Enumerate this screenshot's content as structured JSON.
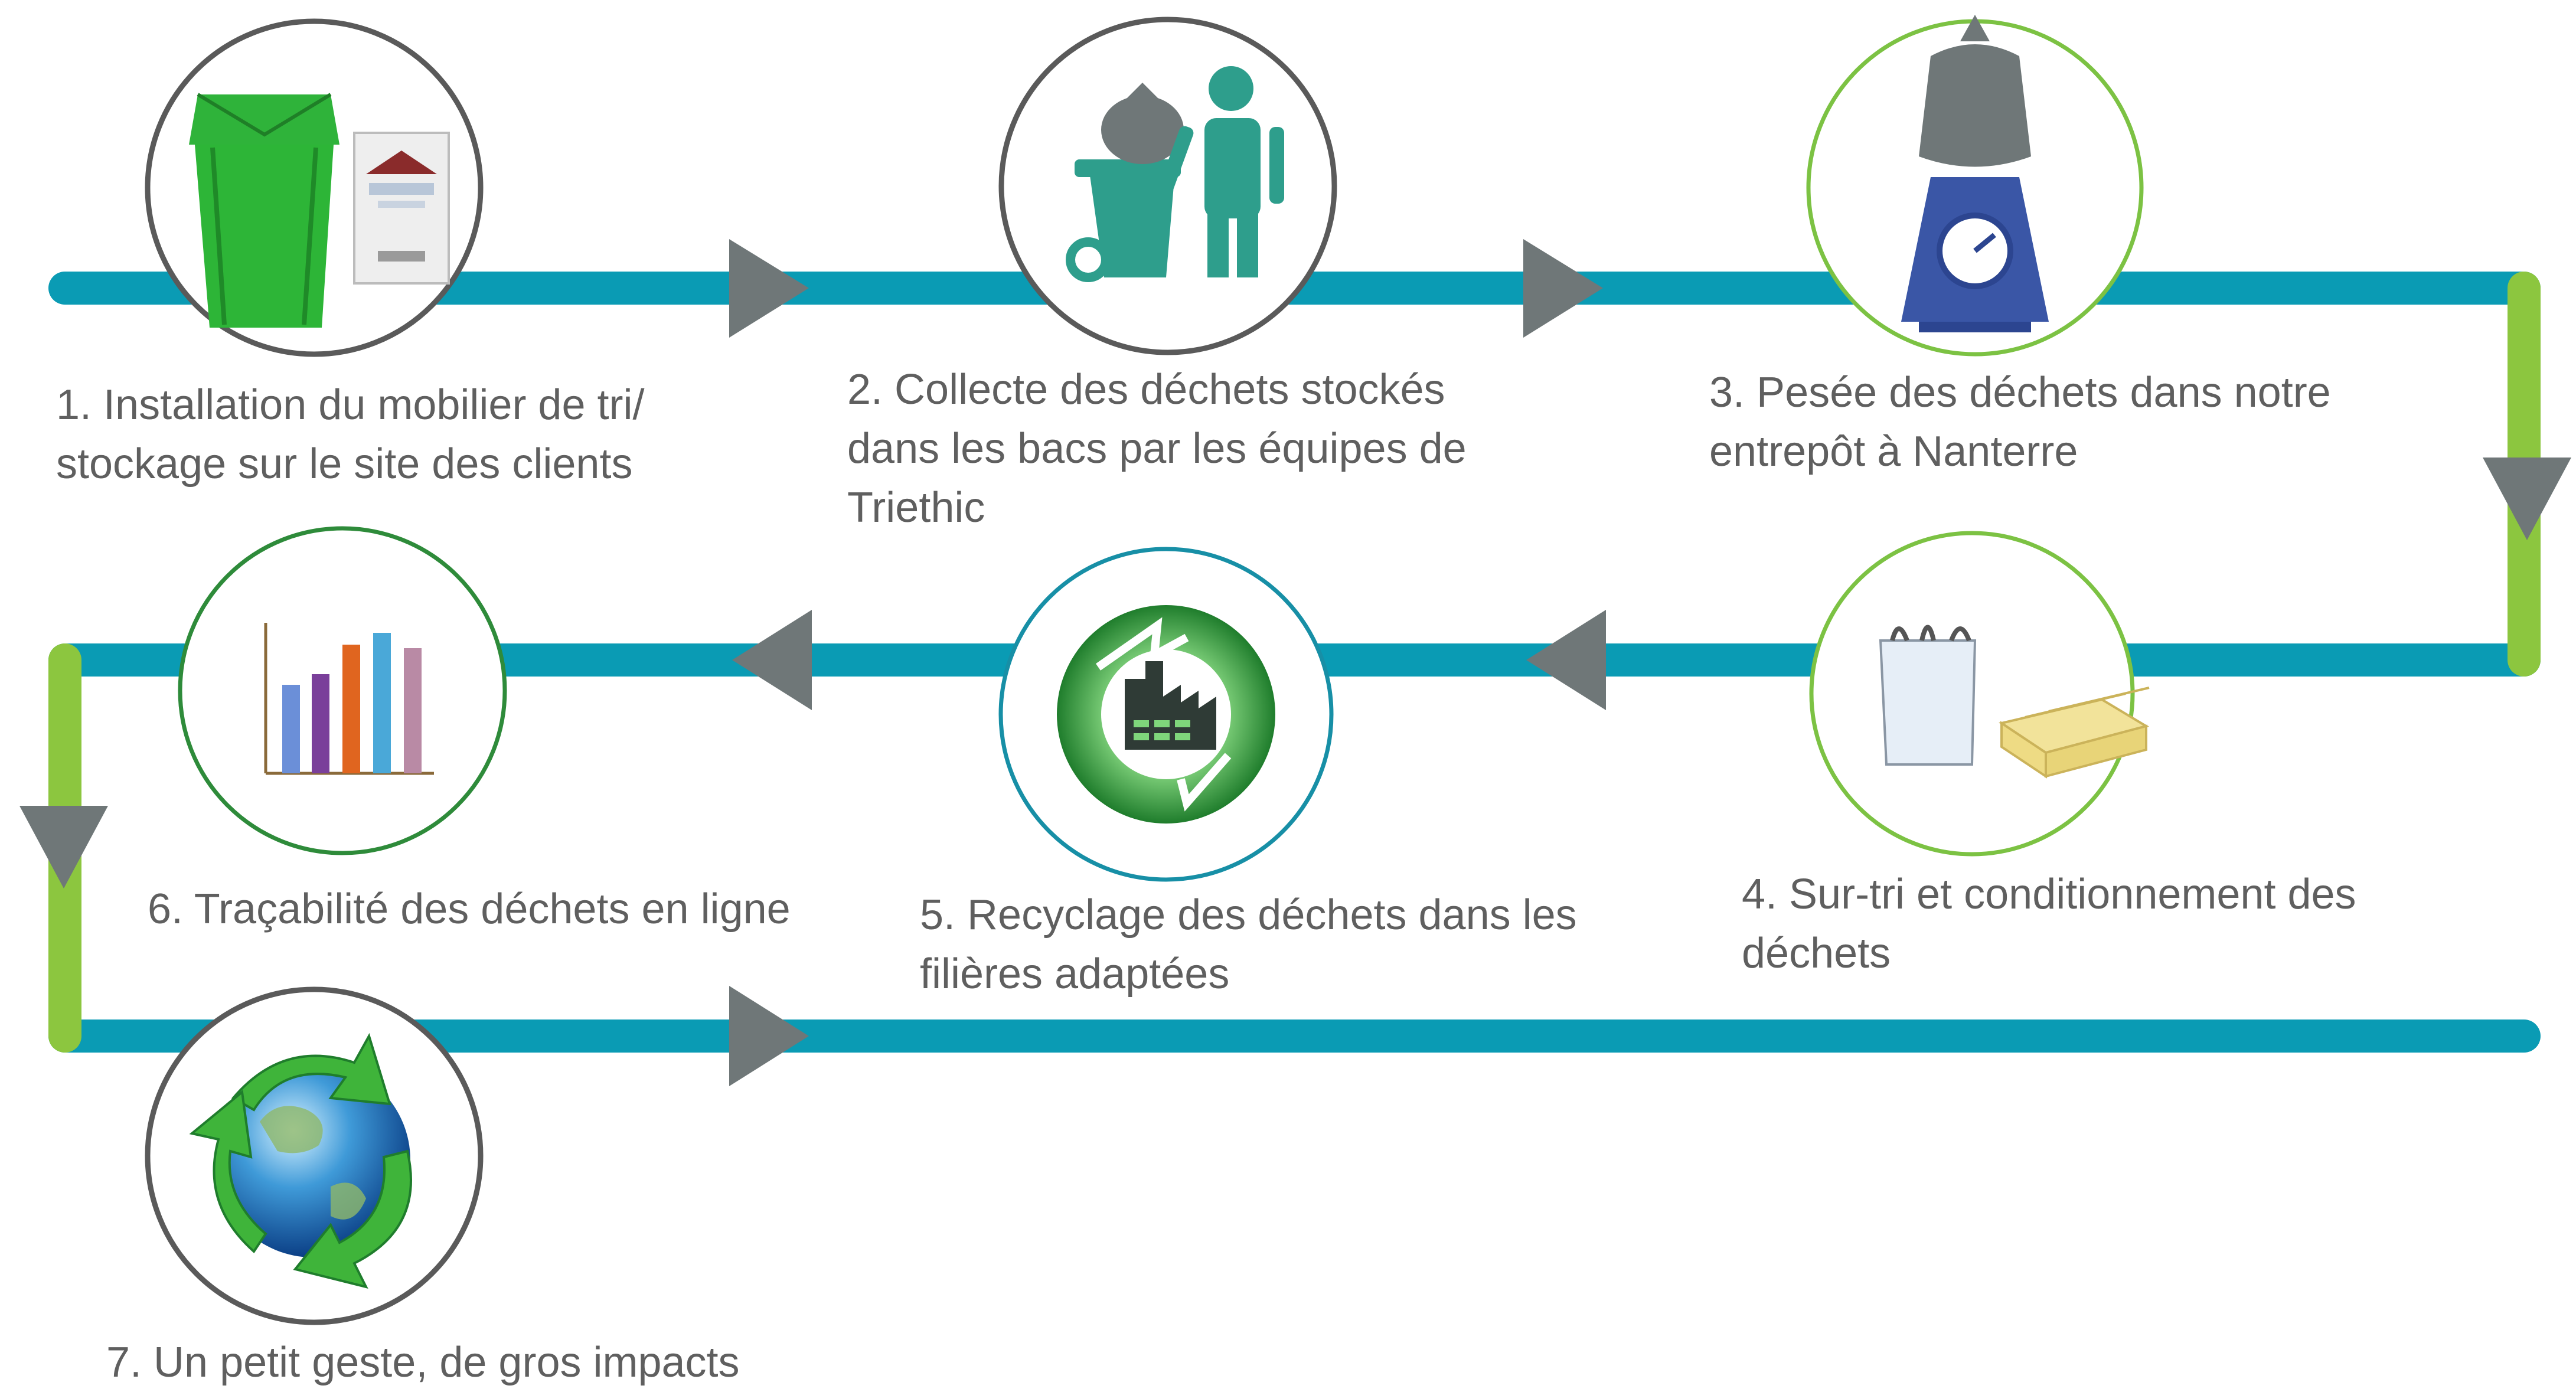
{
  "colors": {
    "track_blue": "#0a9bb4",
    "connector_green": "#8cc63f",
    "arrow_gray": "#6f7778",
    "circle_gray_border": "#5a5a5a",
    "circle_green_border": "#7cc243",
    "circle_darkgreen_border": "#2e8b3a",
    "circle_teal_border": "#178fa6",
    "label_text": "#5f5f5f"
  },
  "steps": [
    {
      "id": 1,
      "lines": [
        "1. Installation du mobilier de tri/",
        "stockage sur le site des clients"
      ],
      "icon": "sorting-bins-icon"
    },
    {
      "id": 2,
      "lines": [
        "2. Collecte des déchets stockés",
        "dans les bacs par les équipes de",
        "Triethic"
      ],
      "icon": "waste-collector-icon"
    },
    {
      "id": 3,
      "lines": [
        "3. Pesée des déchets dans notre",
        "entrepôt à Nanterre"
      ],
      "icon": "weighing-scale-icon"
    },
    {
      "id": 4,
      "lines": [
        "4. Sur-tri et conditionnement des",
        "déchets"
      ],
      "icon": "big-bag-pallet-icon"
    },
    {
      "id": 5,
      "lines": [
        "5. Recyclage des déchets dans les",
        "filières adaptées"
      ],
      "icon": "recycling-factory-icon"
    },
    {
      "id": 6,
      "lines": [
        "6. Traçabilité des déchets en ligne"
      ],
      "icon": "bar-chart-icon"
    },
    {
      "id": 7,
      "lines": [
        "7. Un petit geste, de gros impacts"
      ],
      "icon": "recycling-globe-icon"
    }
  ]
}
